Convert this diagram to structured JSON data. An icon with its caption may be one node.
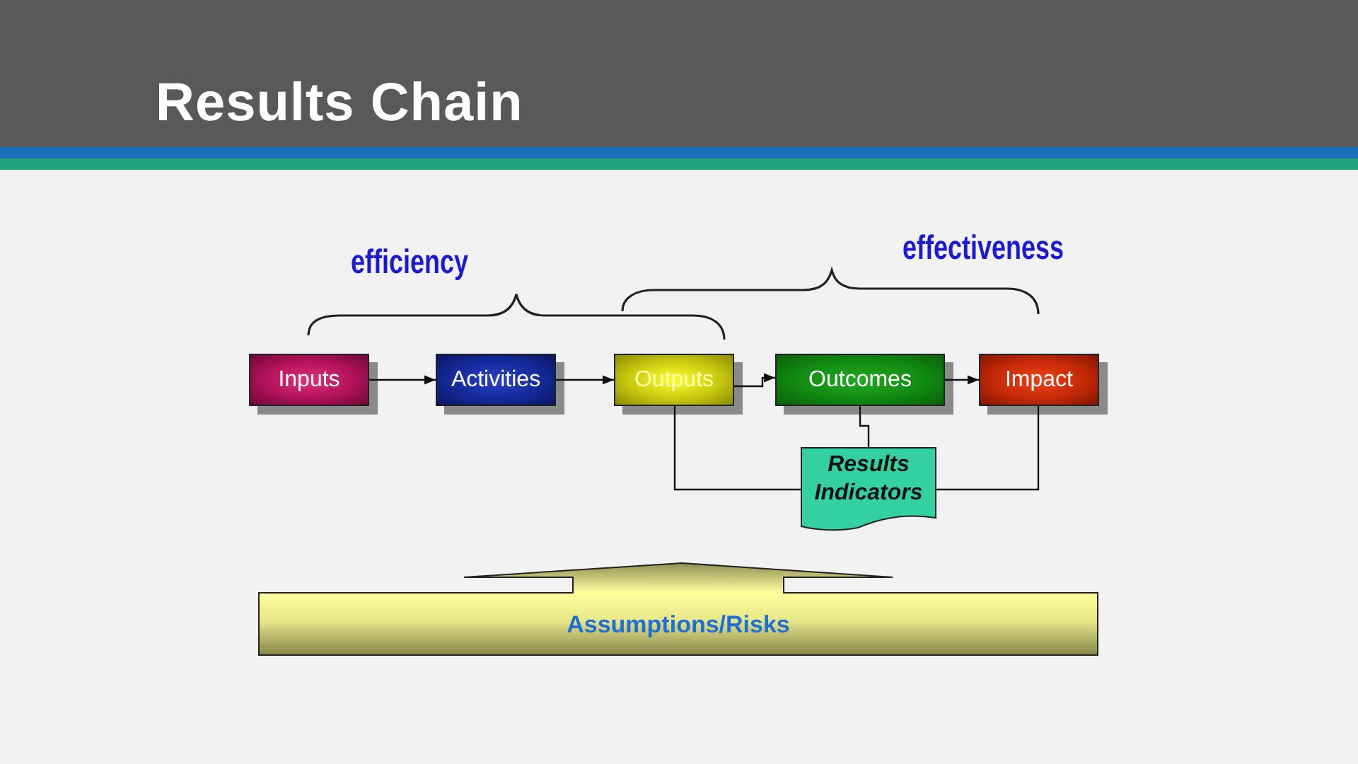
{
  "diagram": {
    "title": "Results Chain",
    "nodes": [
      {
        "text": [
          "Inputs"
        ]
      },
      {
        "text": [
          "Activities"
        ]
      },
      {
        "text": [
          "Outputs"
        ]
      },
      {
        "text": [
          "Outcomes"
        ]
      },
      {
        "text": [
          "Impact"
        ]
      },
      {
        "text": [
          "Results Indicators"
        ]
      },
      {
        "text": [
          "Assumptions/Risks"
        ]
      }
    ],
    "edges": [
      {
        "from": 0,
        "to": 1,
        "arrow": "to"
      },
      {
        "from": 1,
        "to": 2,
        "arrow": "to"
      },
      {
        "from": 2,
        "to": 3,
        "arrow": "to"
      },
      {
        "from": 3,
        "to": 4,
        "arrow": "to"
      },
      {
        "from": 2,
        "to": 5,
        "arrow": "none"
      },
      {
        "from": 3,
        "to": 5,
        "arrow": "none"
      },
      {
        "from": 4,
        "to": 5,
        "arrow": "none"
      }
    ],
    "labels": [
      "efficiency",
      "effectiveness"
    ]
  }
}
